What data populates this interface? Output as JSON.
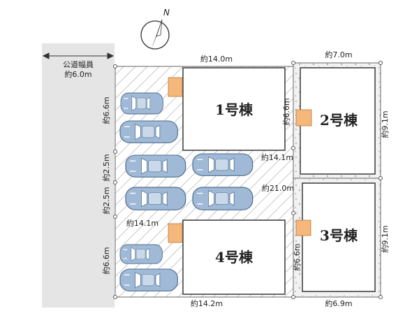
{
  "compass": {
    "label": "N"
  },
  "road": {
    "title": "公道幅員",
    "width": "約6.0m"
  },
  "lots": [
    {
      "name": "1号棟"
    },
    {
      "name": "2号棟"
    },
    {
      "name": "3号棟"
    },
    {
      "name": "4号棟"
    }
  ],
  "dimensions": {
    "top_lot1": "約14.0m",
    "top_lot2": "約7.0m",
    "left_lot1": "約6.6m",
    "lot1_inner": "約6.6m",
    "right_lot2": "約9.1m",
    "driveway_top": "約14.1m",
    "left_driveway_top": "約2.5m",
    "driveway_mid": "約21.0m",
    "left_driveway_bottom": "約2.5m",
    "driveway_bottom": "約14.1m",
    "right_lot3": "約9.1m",
    "lot4_inner": "約6.6m",
    "left_lot4": "約6.6m",
    "bottom_lot4": "約14.2m",
    "bottom_lot3": "約6.9m"
  },
  "colors": {
    "road": "#e5e5e5",
    "hatch": "#c8c8c8",
    "gravel": "#f0f0f0",
    "outline": "#444444",
    "entrance": "#f5b77a",
    "car_fill": "#9fb9d6",
    "car_glass": "#ffffff"
  }
}
